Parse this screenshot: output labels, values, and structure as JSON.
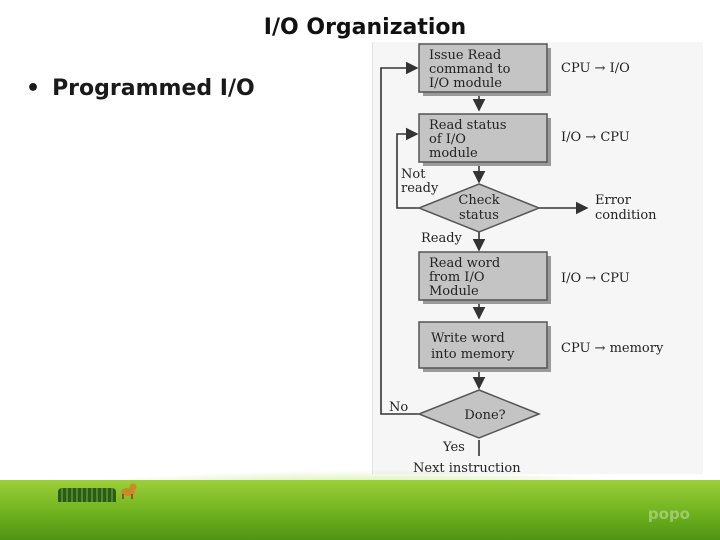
{
  "slide": {
    "title": "I/O Organization",
    "bullet": "Programmed I/O",
    "watermark": "popo"
  },
  "flowchart": {
    "steps": [
      {
        "id": "issue-read",
        "lines": [
          "Issue Read",
          "command to",
          "I/O module"
        ],
        "transfer": "CPU → I/O"
      },
      {
        "id": "read-status",
        "lines": [
          "Read status",
          "of I/O",
          "module"
        ],
        "transfer": "I/O → CPU"
      },
      {
        "id": "check-status",
        "lines": [
          "Check",
          "status"
        ],
        "outcome": "Error condition",
        "outcome_lines": [
          "Error",
          "condition"
        ],
        "loop_label_lines": [
          "Not",
          "ready"
        ],
        "exit_label": "Ready"
      },
      {
        "id": "read-word",
        "lines": [
          "Read word",
          "from I/O",
          "Module"
        ],
        "transfer": "I/O → CPU"
      },
      {
        "id": "write-word",
        "lines": [
          "Write word",
          "into memory"
        ],
        "transfer": "CPU → memory"
      },
      {
        "id": "done",
        "lines": [
          "Done?"
        ],
        "loop_label": "No",
        "exit_label": "Yes"
      }
    ],
    "end_label": "Next instruction"
  }
}
